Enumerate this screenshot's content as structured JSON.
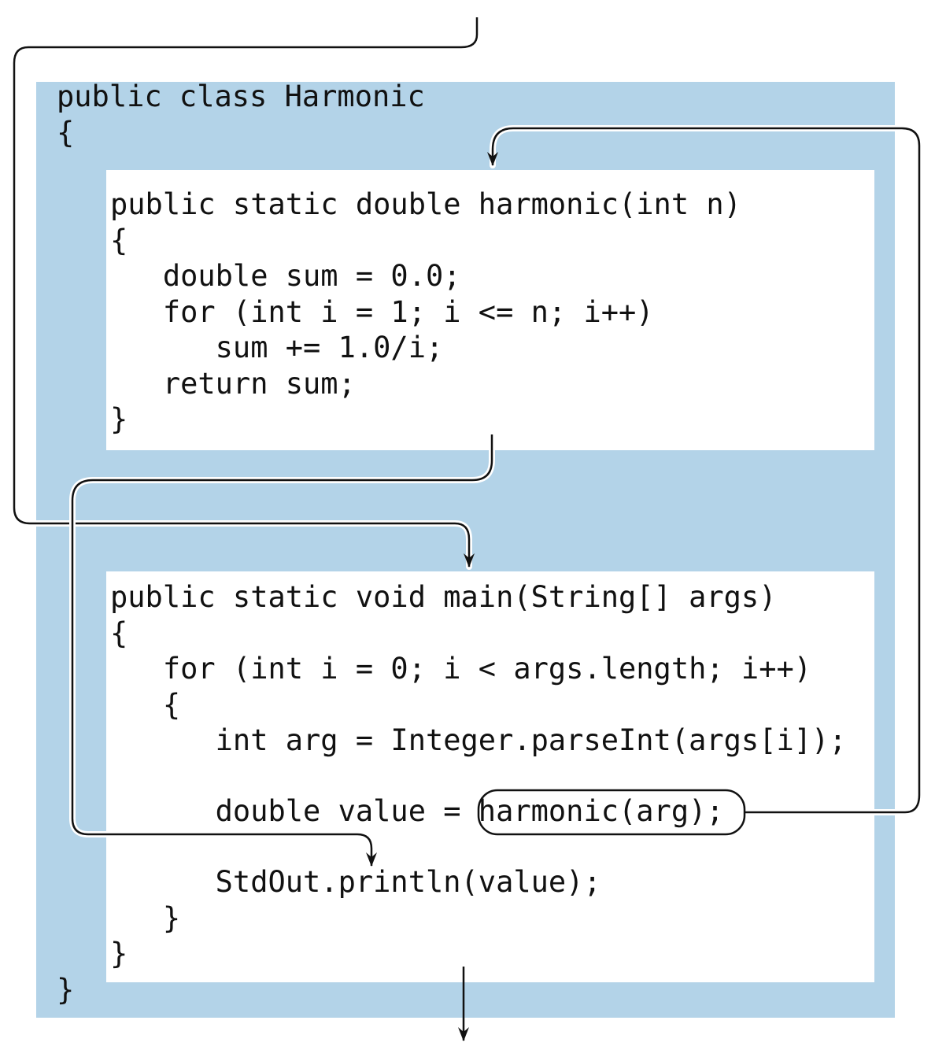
{
  "class": {
    "header": "public class Harmonic",
    "open_brace": "{",
    "close_brace": "}"
  },
  "harmonic_method": {
    "lines": [
      "public static double harmonic(int n)",
      "{",
      "   double sum = 0.0;",
      "   for (int i = 1; i <= n; i++)",
      "      sum += 1.0/i;",
      "   return sum;",
      "}"
    ]
  },
  "main_method": {
    "lines": [
      "public static void main(String[] args)",
      "{",
      "   for (int i = 0; i < args.length; i++)",
      "   {",
      "      int arg = Integer.parseInt(args[i]);",
      "",
      "      double value = harmonic(arg);",
      "",
      "      StdOut.println(value);",
      "   }",
      "}"
    ]
  },
  "colors": {
    "class_background": "#b3d3e8",
    "method_background": "#ffffff",
    "text": "#111111",
    "flow_line": "#111111"
  }
}
